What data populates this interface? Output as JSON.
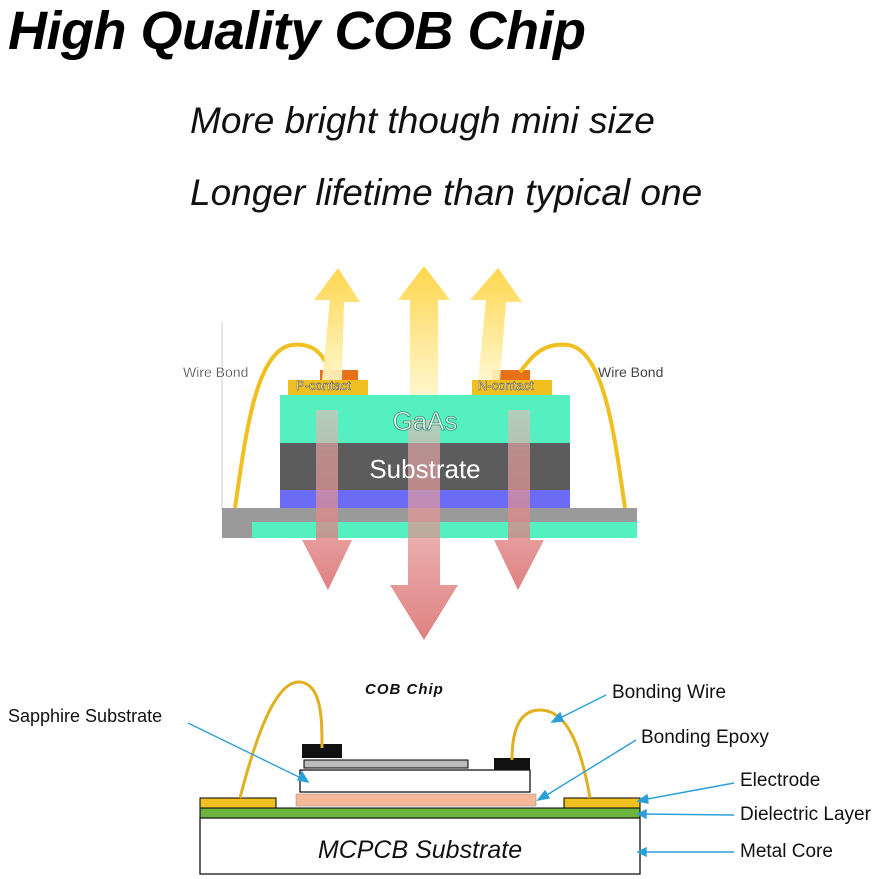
{
  "headline": "High Quality COB Chip",
  "taglines": [
    "More bright though mini size",
    "Longer lifetime than typical one"
  ],
  "top_diagram": {
    "wire_bond_left": "Wire Bond",
    "wire_bond_right": "Wire Bond",
    "p_contact": "P-contact",
    "n_contact": "N-contact",
    "gaas": "GaAs",
    "substrate": "Substrate"
  },
  "bottom_diagram": {
    "cob_chip": "COB Chip",
    "sapphire_substrate": "Sapphire Substrate",
    "bonding_wire": "Bonding Wire",
    "bonding_epoxy": "Bonding Epoxy",
    "electrode": "Electrode",
    "dielectric_layer": "Dielectric Layer",
    "metal_core": "Metal Core",
    "mcpcb_substrate": "MCPCB Substrate"
  },
  "colors": {
    "gaas": "#55f0c0",
    "substrate": "#5c5c5c",
    "blue_layer": "#6b6bf5",
    "contact": "#e8701a",
    "gold": "#f0c020",
    "light_up": "#ffd640",
    "light_down": "#e07070",
    "dielectric": "#6db33f",
    "epoxy": "#f5b898",
    "leader": "#2a9fd8"
  }
}
